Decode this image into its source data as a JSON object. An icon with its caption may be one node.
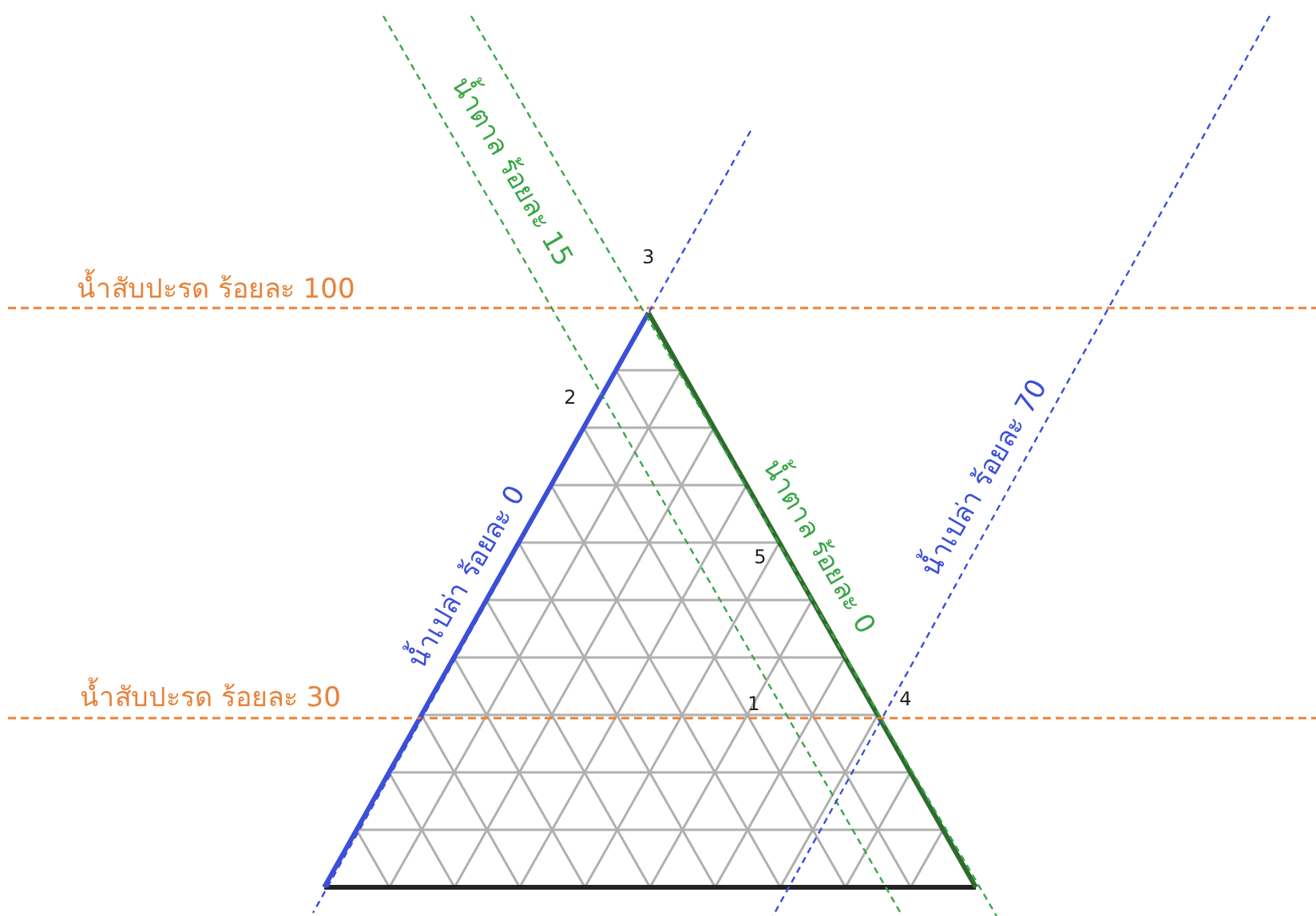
{
  "diagram": {
    "labels": [
      "น้ำตาล ร้อยละ 15",
      "3",
      "น้ำสับปะรด ร้อยละ 100",
      "2",
      "น้ำตาล ร้อยละ 0",
      "น้ำเปล่า ร้อยละ 70",
      "5",
      "น้ำเปล่า ร้อยละ 0",
      "น้ำสับปะรด ร้อยละ 30",
      "1",
      "4"
    ]
  }
}
